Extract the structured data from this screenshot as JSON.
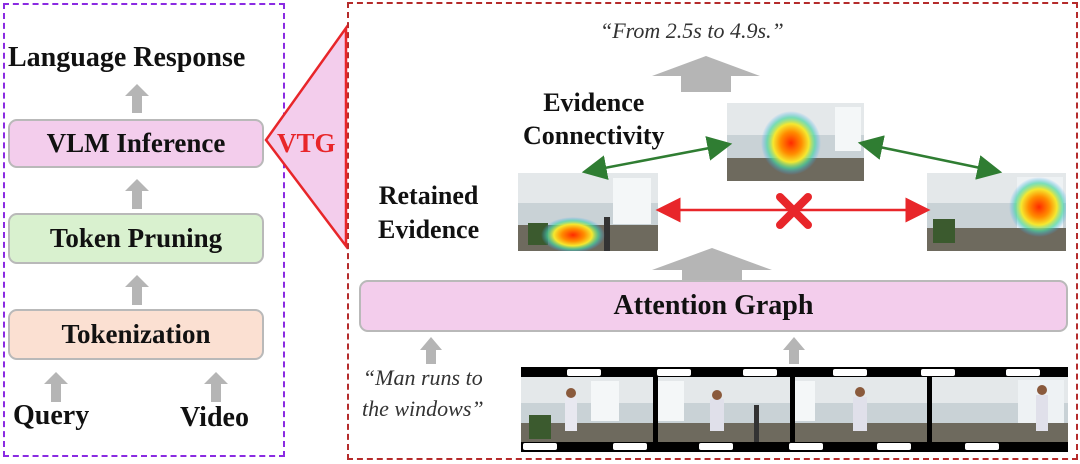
{
  "left_panel": {
    "language_response": "Language Response",
    "vlm_inference": "VLM Inference",
    "token_pruning": "Token Pruning",
    "tokenization": "Tokenization",
    "query": "Query",
    "video": "Video"
  },
  "vtg_label": "VTG",
  "right_panel": {
    "quote_top": "“From 2.5s to 4.9s.”",
    "evidence_connectivity_line1": "Evidence",
    "evidence_connectivity_line2": "Connectivity",
    "retained_evidence_line1": "Retained",
    "retained_evidence_line2": "Evidence",
    "attention_graph": "Attention Graph",
    "quote_bottom_line1": "“Man runs to",
    "quote_bottom_line2": "the windows”"
  },
  "colors": {
    "left_border": "#8a2be2",
    "right_border": "#b52b2b",
    "vtg_red": "#e8262a",
    "vlm_fill": "#f3cdec",
    "pruning_fill": "#d9f1cf",
    "tokenization_fill": "#fbe0d2",
    "attention_fill": "#f3cdec",
    "green_link": "#2f7d32",
    "red_link": "#e8262a",
    "arrow_gray": "#b5b5b5"
  }
}
